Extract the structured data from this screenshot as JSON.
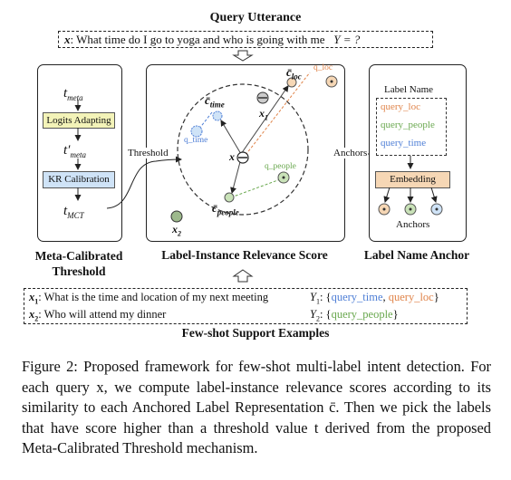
{
  "query_title": "Query Utterance",
  "query_text_var": "x",
  "query_text": ": What time do I go to yoga and who is going with me",
  "query_target": "Y = ?",
  "left_panel": {
    "t_meta": "t",
    "t_meta_sub": "meta",
    "logits_label": "Logits Adapting",
    "t_meta_prime": "t′",
    "t_meta_prime_sub": "meta",
    "kr_label": "KR Calibration",
    "t_mct": "t",
    "t_mct_sub": "MCT",
    "title_line1": "Meta-Calibrated",
    "title_line2": "Threshold"
  },
  "middle_panel": {
    "threshold_label": "Threshold",
    "anchors_label": "Anchors",
    "c_time": "time",
    "c_loc": "loc",
    "c_people": "people",
    "x1_label": "1",
    "x2_label": "2",
    "x_label": "x",
    "q_time": "q_time",
    "q_loc": "q_loc",
    "q_people": "q_people",
    "title": "Label-Instance Relevance Score"
  },
  "right_panel": {
    "label_name": "Label Name",
    "labels": [
      "query_loc",
      "query_people",
      "query_time"
    ],
    "embedding": "Embedding",
    "anchors": "Anchors",
    "title": "Label Name Anchor"
  },
  "fewshot": {
    "x1_var": "x",
    "x1_sub": "1",
    "x1_text": ": What is the time and location of my next meeting",
    "y1_var": "Y",
    "y1_sub": "1",
    "y1_label_a": "query_time",
    "y1_label_b": "query_loc",
    "x2_var": "x",
    "x2_sub": "2",
    "x2_text": ": Who will attend my dinner",
    "y2_var": "Y",
    "y2_sub": "2",
    "y2_label_a": "query_people",
    "title": "Few-shot Support Examples"
  },
  "caption": "Figure 2: Proposed framework for few-shot multi-label intent detection. For each query x, we compute label-instance relevance scores according to its similarity to each Anchored Label Representation c̄. Then we pick the labels that have score higher than a threshold value t derived from the proposed Meta-Calibrated Threshold mechanism.",
  "colors": {
    "loc": "#e0844a",
    "people": "#6aa84f",
    "time": "#4f7fd6",
    "logits_fill": "#f3f3b8",
    "kr_fill": "#cfe3f7",
    "embed_fill": "#f6d7b5"
  }
}
